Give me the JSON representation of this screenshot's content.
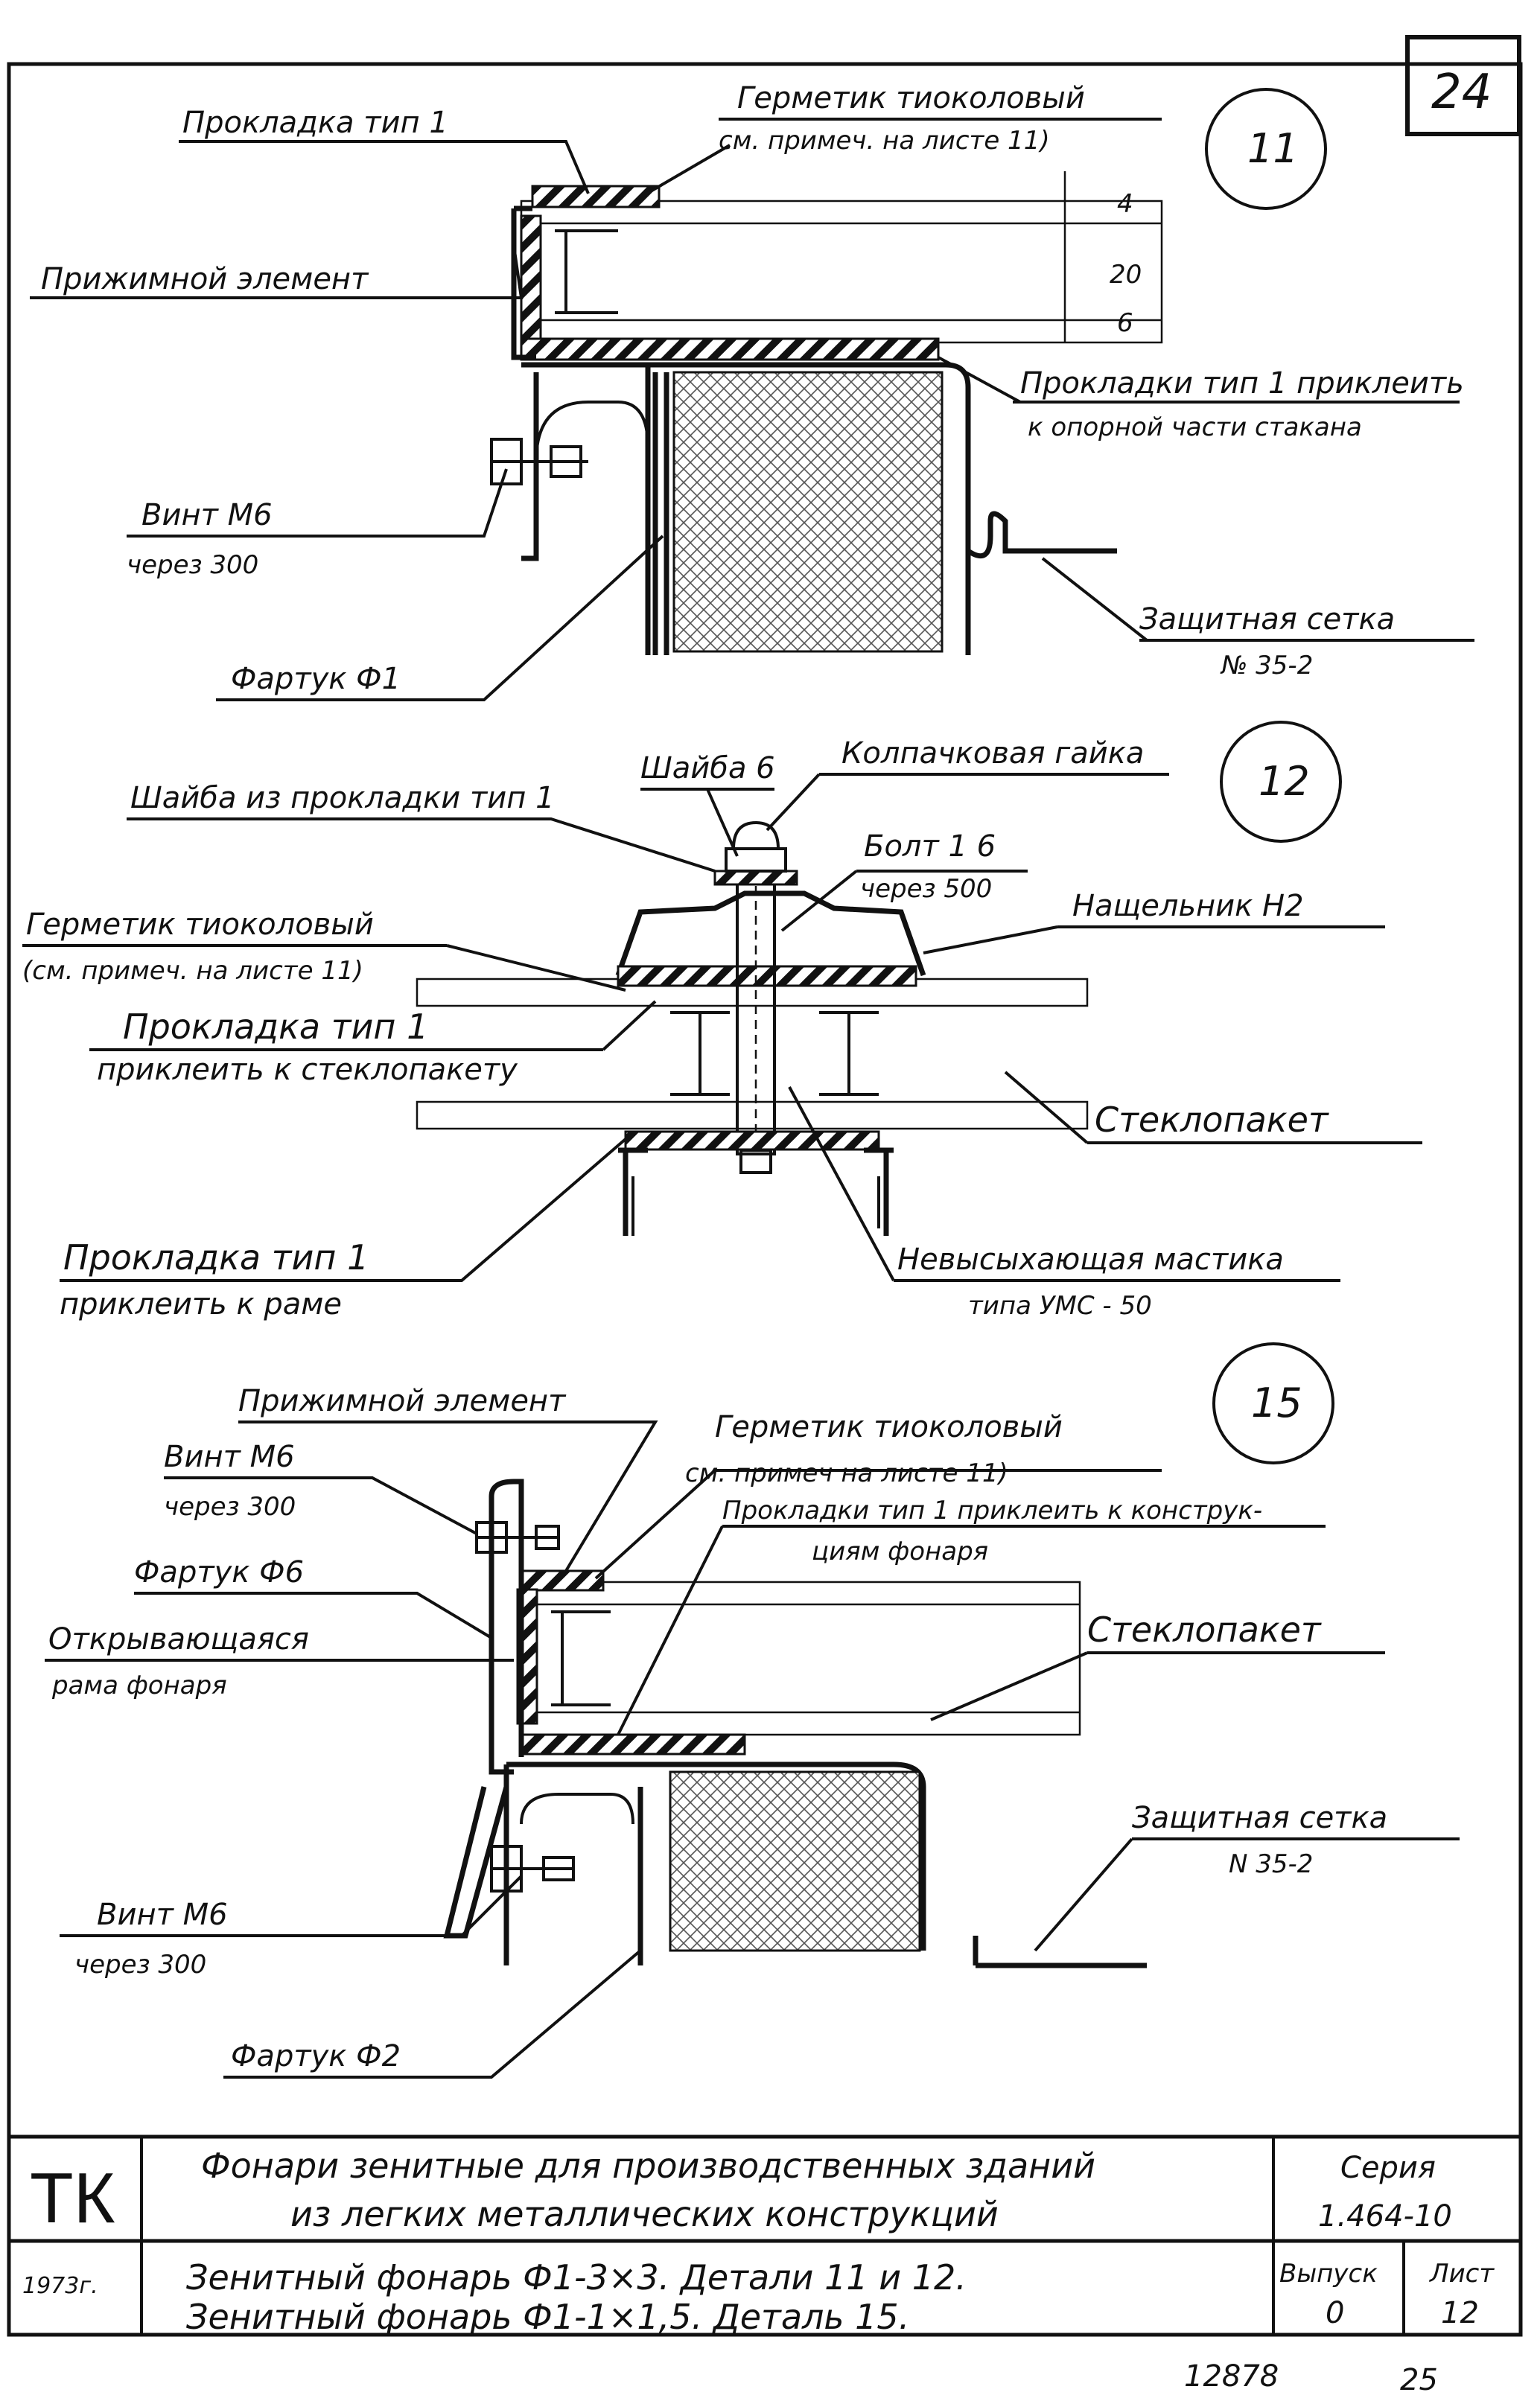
{
  "sheet": {
    "number": "24",
    "bottom_code": "12878",
    "bottom_page": "25"
  },
  "detail_11": {
    "marker": "11",
    "labels": {
      "gasket_type1": "Прокладка тип 1",
      "sealant_l1": "Герметик тиоколовый",
      "sealant_l2": "см. примеч. на листе 11)",
      "clamp": "Прижимной элемент",
      "gaskets_glue_l1": "Прокладки тип 1 приклеить",
      "gaskets_glue_l2": "к опорной части стакана",
      "screw_l1": "Винт М6",
      "screw_l2": "через 300",
      "net_l1": "Защитная сетка",
      "net_l2": "№ 35-2",
      "apron": "Фартук Ф1",
      "dim_top": "4",
      "dim_mid": "20",
      "dim_bot": "6"
    }
  },
  "detail_12": {
    "marker": "12",
    "labels": {
      "cap_nut": "Колпачковая гайка",
      "washer_gasket": "Шайба из прокладки тип 1",
      "washer6": "Шайба 6",
      "bolt_l1": "Болт 1 6",
      "bolt_l2": "через 500",
      "cover": "Нащельник Н2",
      "sealant_l1": "Герметик тиоколовый",
      "sealant_l2": "(см. примеч. на листе 11)",
      "gasket_l1": "Прокладка тип 1",
      "gasket_l2": "приклеить к стеклопакету",
      "glass_unit": "Стеклопакет",
      "gasket_frame_l1": "Прокладка тип 1",
      "gasket_frame_l2": "приклеить к раме",
      "mastic_l1": "Невысыхающая мастика",
      "mastic_l2": "типа УМС - 50"
    }
  },
  "detail_15": {
    "marker": "15",
    "labels": {
      "clamp": "Прижимной элемент",
      "screw_top_l1": "Винт М6",
      "screw_top_l2": "через 300",
      "sealant_l1": "Герметик тиоколовый",
      "sealant_l2": "см. примеч на листе 11)",
      "gaskets_l1": "Прокладки тип 1 приклеить к конструк-",
      "gaskets_l2": "циям фонаря",
      "apron6": "Фартук Ф6",
      "frame_l1": "Открывающаяся",
      "frame_l2": "рама фонаря",
      "glass_unit": "Стеклопакет",
      "net_l1": "Защитная сетка",
      "net_l2": "N 35-2",
      "screw_bot_l1": "Винт М6",
      "screw_bot_l2": "через 300",
      "apron2": "Фартук Ф2"
    }
  },
  "title_block": {
    "org": "ТК",
    "year": "1973г.",
    "title_l1": "Фонари зенитные для производственных зданий",
    "title_l2": "из легких металлических конструкций",
    "subtitle_l1": "Зенитный фонарь Ф1-3×3. Детали 11 и 12.",
    "subtitle_l2": "Зенитный фонарь Ф1-1×1,5. Деталь 15.",
    "series_label": "Серия",
    "series_value": "1.464-10",
    "issue_label": "Выпуск",
    "issue_value": "0",
    "sheet_label": "Лист",
    "sheet_value": "12"
  }
}
